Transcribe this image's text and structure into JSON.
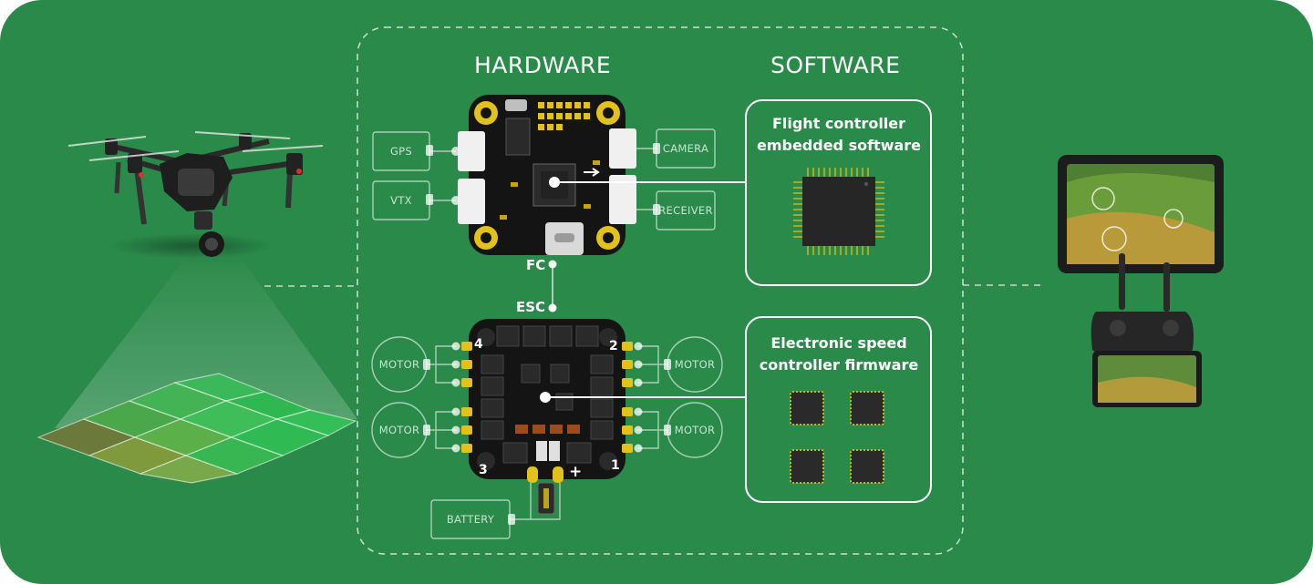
{
  "headers": {
    "hardware": "HARDWARE",
    "software": "SOFTWARE"
  },
  "connectors": {
    "fc": "FC",
    "esc": "ESC"
  },
  "peripherals": {
    "gps": "GPS",
    "vtx": "VTX",
    "camera": "CAMERA",
    "receiver": "RECEIVER",
    "battery": "BATTERY",
    "motor": "MOTOR"
  },
  "esc_pads": {
    "p1": "1",
    "p2": "2",
    "p3": "3",
    "p4": "4",
    "plus": "+"
  },
  "software_panels": {
    "fc_software": {
      "line1": "Flight controller",
      "line2": "embedded software"
    },
    "esc_firmware": {
      "line1": "Electronic speed",
      "line2": "controller firmware"
    }
  },
  "colors": {
    "background": "#2a8a4a",
    "board": "#141414",
    "gold": "#e2c21a",
    "line": "#ffffff"
  }
}
